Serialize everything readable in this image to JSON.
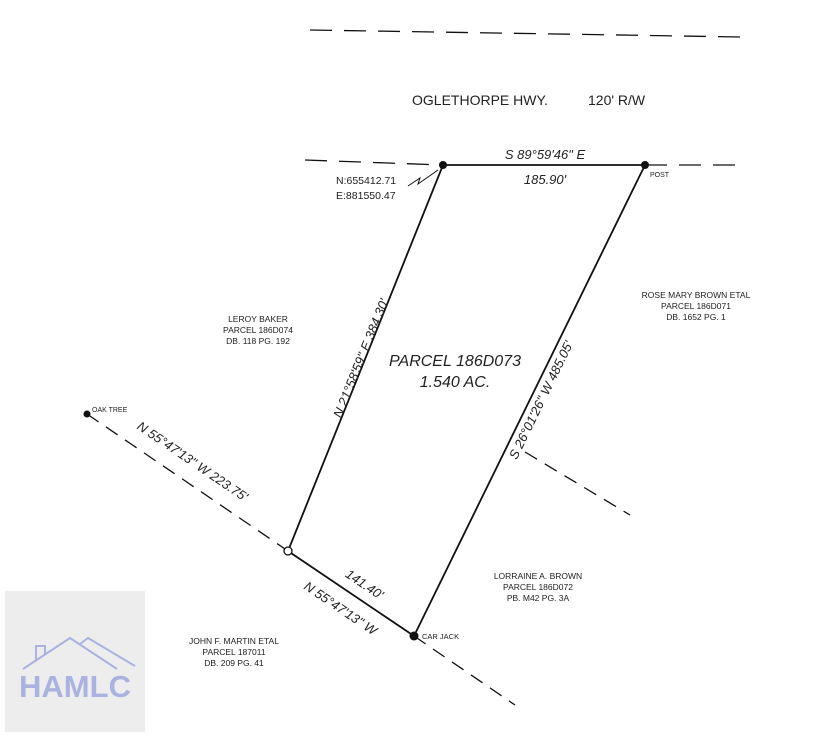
{
  "road": {
    "name": "OGLETHORPE HWY.",
    "row": "120' R/W"
  },
  "parcel": {
    "id": "PARCEL 186D073",
    "area": "1.540 AC."
  },
  "calls": {
    "north": {
      "bearing": "S 89°59'46\" E",
      "distance": "185.90'"
    },
    "east": {
      "label": "S 26°01'26\" W  485.05'"
    },
    "west": {
      "label": "N 21°58'59\" E  384.30'"
    },
    "south": {
      "bearing": "N 55°47'13\" W",
      "distance": "141.40'"
    },
    "oak_line": {
      "label": "N 55°47'13\" W     223.75'"
    }
  },
  "coordinates": {
    "n": "N:655412.71",
    "e": "E:881550.47"
  },
  "monuments": {
    "post": "POST",
    "car_jack": "CAR JACK",
    "oak_tree": "OAK TREE"
  },
  "adjoiners": [
    {
      "name": "LEROY BAKER",
      "parcel": "PARCEL 186D074",
      "ref": "DB. 118 PG. 192"
    },
    {
      "name": "ROSE MARY BROWN ETAL",
      "parcel": "PARCEL 186D071",
      "ref": "DB. 1652 PG. 1"
    },
    {
      "name": "LORRAINE A. BROWN",
      "parcel": "PARCEL 186D072",
      "ref": "PB. M42 PG. 3A"
    },
    {
      "name": "JOHN F. MARTIN ETAL",
      "parcel": "PARCEL 187011",
      "ref": "DB. 209 PG. 41"
    }
  ],
  "watermark": {
    "text": "HAMLC",
    "color": "#aab3e0"
  }
}
